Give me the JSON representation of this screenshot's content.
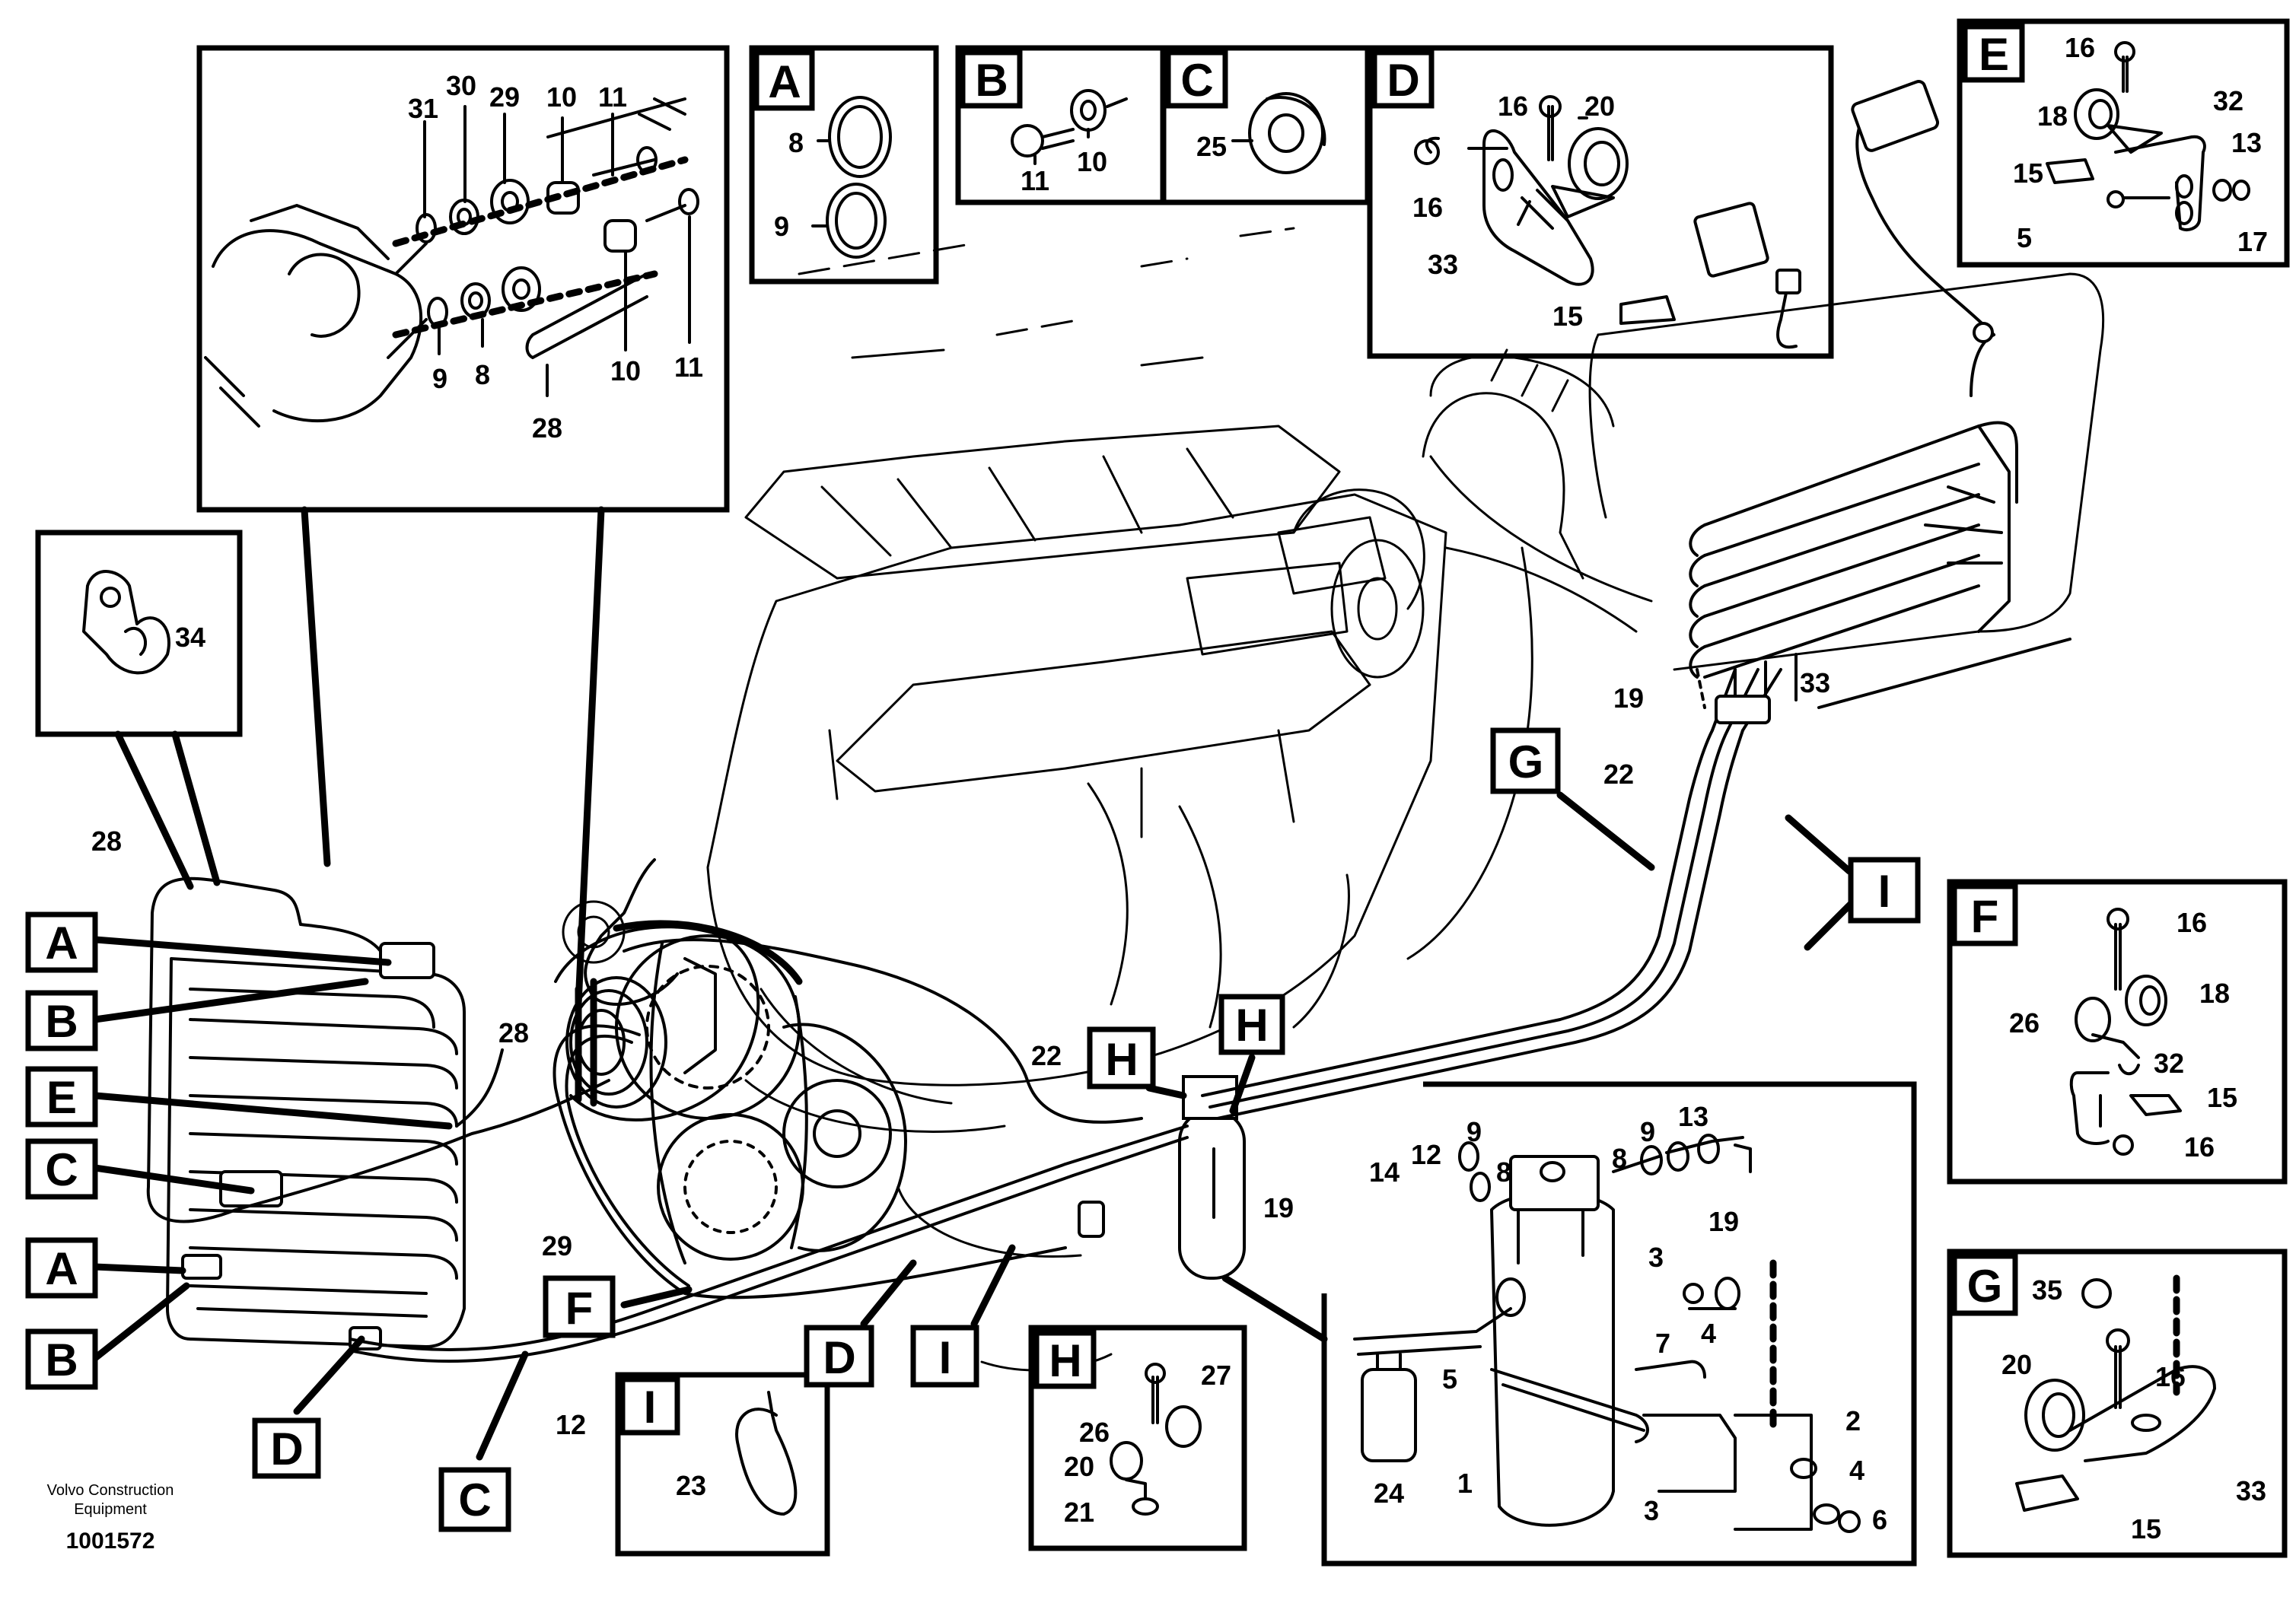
{
  "caption": {
    "brand_line1": "Volvo Construction",
    "brand_line2": "Equipment",
    "figure_no": "1001572"
  },
  "callout_numbers": [
    "1",
    "2",
    "3",
    "4",
    "5",
    "6",
    "7",
    "8",
    "9",
    "10",
    "11",
    "12",
    "13",
    "14",
    "15",
    "16",
    "17",
    "18",
    "19",
    "20",
    "21",
    "22",
    "23",
    "24",
    "25",
    "26",
    "27",
    "28",
    "29",
    "30",
    "31",
    "32",
    "33",
    "34",
    "35"
  ],
  "detail_letters": [
    "A",
    "B",
    "C",
    "D",
    "E",
    "F",
    "G",
    "H",
    "I"
  ]
}
